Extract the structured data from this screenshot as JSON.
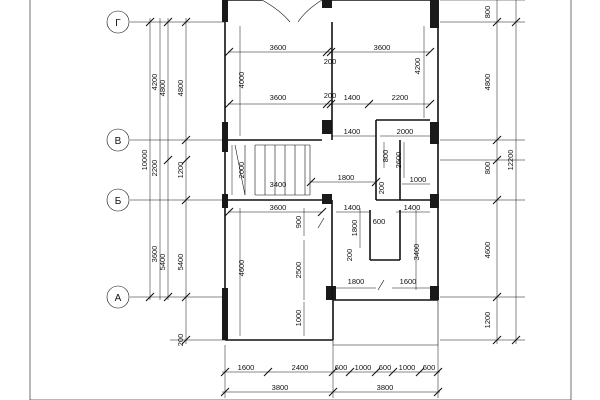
{
  "axes": {
    "g": "Г",
    "v": "В",
    "b": "Б",
    "a": "А"
  },
  "left_dims": {
    "outer": "10000",
    "mid_top": "4800",
    "mid_bottom": "5400",
    "inner_1": "4200",
    "inner_2": "2200",
    "inner_3": "3600",
    "inner_4": "1200",
    "bottom": "200"
  },
  "right_dims": {
    "outer": "12200",
    "top": "800",
    "r1": "4800",
    "r2": "800",
    "r3": "4600",
    "r4": "1200"
  },
  "bottom_dims": {
    "row1": [
      "1600",
      "2400",
      "600",
      "1000",
      "600",
      "1000",
      "600"
    ],
    "row2": [
      "3800",
      "3800"
    ]
  },
  "interior_dims": {
    "top_left_width": "3600",
    "top_right_width": "3600",
    "top_gap": "200",
    "top_left_height": "4000",
    "top_right_height": "4200",
    "mid_left_width": "3600",
    "mid_gap": "200",
    "mid_1400": "1400",
    "mid_2200": "2200",
    "hall_1400": "1400",
    "bath_2000": "2000",
    "bath_2600": "2600",
    "bath_800": "800",
    "bath_1000": "1000",
    "bath_200": "200",
    "stair_2000": "2000",
    "stair_3400": "3400",
    "hall_1800": "1800",
    "low_left_width": "3600",
    "low_1400_a": "1400",
    "low_1400_b": "1400",
    "low_900": "900",
    "low_1800_v": "1800",
    "low_600": "600",
    "low_4600": "4600",
    "low_2500": "2500",
    "low_3400": "3400",
    "low_200": "200",
    "low_1800_h": "1800",
    "low_1600": "1600",
    "low_1000": "1000"
  }
}
